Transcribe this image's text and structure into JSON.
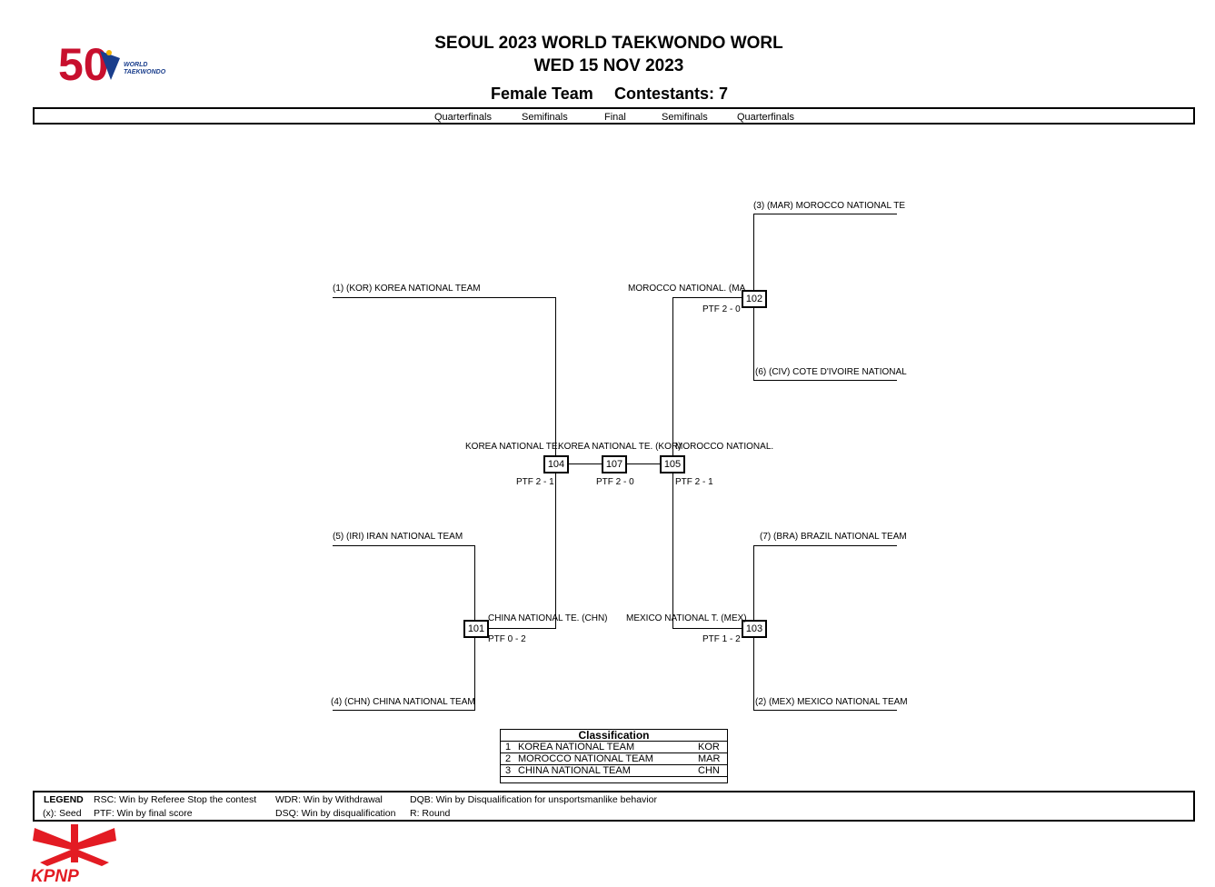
{
  "header": {
    "title_line1": "SEOUL 2023 WORLD TAEKWONDO WORL",
    "title_line2": "WED 15 NOV 2023",
    "category": "Female Team",
    "contestants": "Contestants: 7"
  },
  "logo_top": {
    "text": "50",
    "sub1": "WORLD",
    "sub2": "TAEKWONDO",
    "color": "#c8102e"
  },
  "logo_bottom": {
    "text": "KPNP",
    "color": "#e31b23"
  },
  "rounds": [
    "Quarterfinals",
    "Semifinals",
    "Final",
    "Semifinals",
    "Quarterfinals"
  ],
  "entrants": {
    "left_top": "(1) (KOR) KOREA NATIONAL TEAM",
    "left_mid": "(5) (IRI) IRAN NATIONAL TEAM",
    "left_bottom": "(4) (CHN) CHINA NATIONAL TEAM",
    "right_top": "(3) (MAR) MOROCCO NATIONAL TE",
    "right_upper": "(6) (CIV) COTE D'IVOIRE NATIONAL",
    "right_mid": "(7) (BRA) BRAZIL NATIONAL TEAM",
    "right_bottom": "(2) (MEX) MEXICO NATIONAL TEAM"
  },
  "matches": {
    "m101": {
      "id": "101",
      "winner": "CHINA NATIONAL TE. (CHN)",
      "score": "PTF 0 - 2"
    },
    "m102": {
      "id": "102",
      "winner": "MOROCCO NATIONAL. (MA",
      "score": "PTF 2 - 0"
    },
    "m103": {
      "id": "103",
      "winner": "MEXICO NATIONAL T. (MEX)",
      "score": "PTF 1 - 2"
    },
    "m104": {
      "id": "104",
      "winner": "KOREA NATIONAL TE.",
      "score": "PTF 2 - 1"
    },
    "m105": {
      "id": "105",
      "winner": "MOROCCO NATIONAL.",
      "score": "PTF 2 - 1"
    },
    "m107": {
      "id": "107",
      "winner": "KOREA NATIONAL TE. (KOR)",
      "score": "PTF 2 - 0"
    }
  },
  "classification": {
    "title": "Classification",
    "rows": [
      {
        "rank": "1",
        "team": "KOREA NATIONAL TEAM",
        "code": "KOR"
      },
      {
        "rank": "2",
        "team": "MOROCCO NATIONAL TEAM",
        "code": "MAR"
      },
      {
        "rank": "3",
        "team": "CHINA NATIONAL TEAM",
        "code": "CHN"
      }
    ]
  },
  "legend": {
    "title": "LEGEND",
    "seed": "(x): Seed",
    "rsc": "RSC: Win by Referee Stop the contest",
    "ptf": "PTF: Win by final score",
    "wdr": "WDR: Win by Withdrawal",
    "dsq": "DSQ: Win by disqualification",
    "dqb": "DQB: Win by Disqualification for unsportsmanlike behavior",
    "round": "R: Round"
  }
}
